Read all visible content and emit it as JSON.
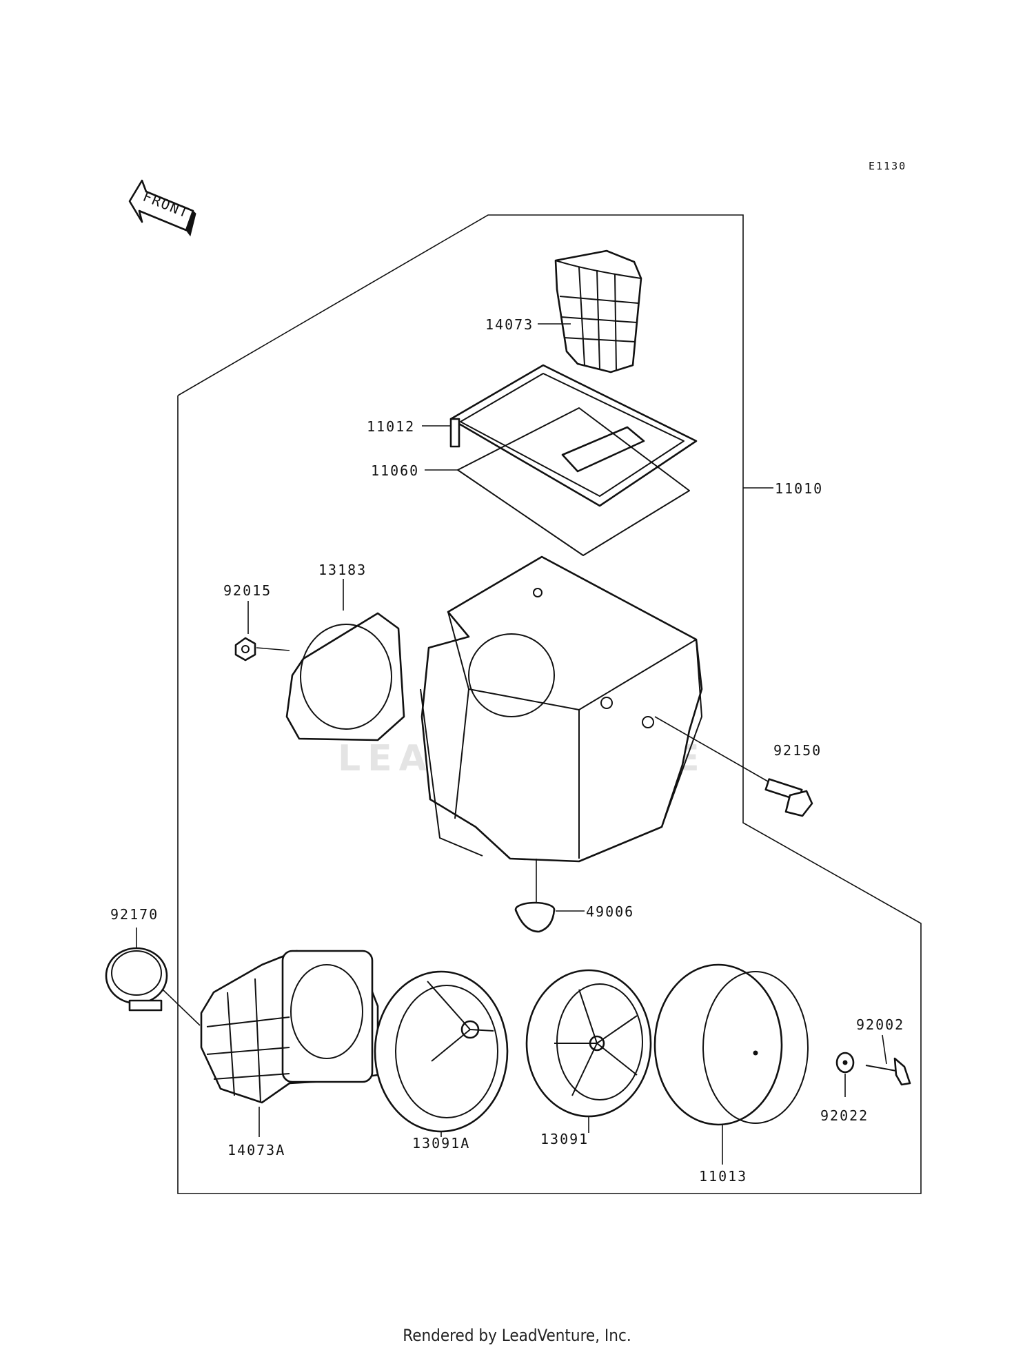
{
  "diagram_code": "E1130",
  "front_label": "FRONT",
  "watermark": "LEADVENTURE",
  "footer": "Rendered by LeadVenture, Inc.",
  "parts": [
    {
      "id": "p14073",
      "label": "14073"
    },
    {
      "id": "p11012",
      "label": "11012"
    },
    {
      "id": "p11060",
      "label": "11060"
    },
    {
      "id": "p11010",
      "label": "11010"
    },
    {
      "id": "p92015",
      "label": "92015"
    },
    {
      "id": "p13183",
      "label": "13183"
    },
    {
      "id": "p92150",
      "label": "92150"
    },
    {
      "id": "p49006",
      "label": "49006"
    },
    {
      "id": "p92170",
      "label": "92170"
    },
    {
      "id": "p92002",
      "label": "92002"
    },
    {
      "id": "p92022",
      "label": "92022"
    },
    {
      "id": "p14073A",
      "label": "14073A"
    },
    {
      "id": "p13091A",
      "label": "13091A"
    },
    {
      "id": "p13091",
      "label": "13091"
    },
    {
      "id": "p11013",
      "label": "11013"
    }
  ]
}
